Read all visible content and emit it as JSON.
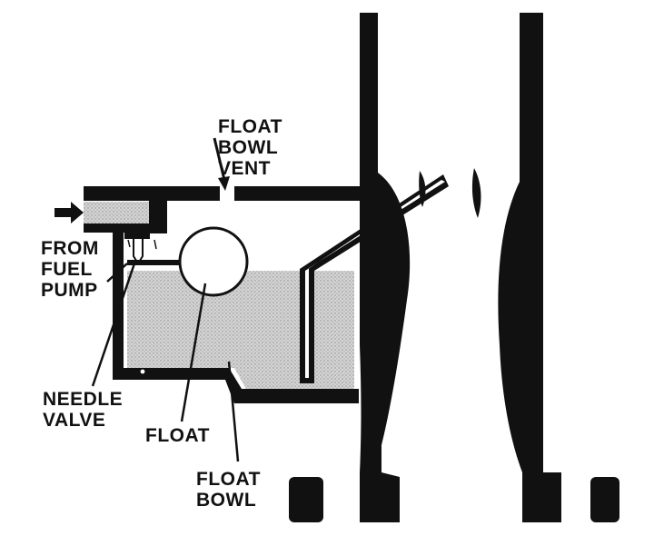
{
  "diagram": {
    "title": "Carburetor float bowl cross-section",
    "labels": {
      "float_bowl_vent": [
        "FLOAT",
        "BOWL",
        "VENT"
      ],
      "from_fuel_pump": [
        "FROM",
        "FUEL",
        "PUMP"
      ],
      "needle_valve": [
        "NEEDLE",
        "VALVE"
      ],
      "float": [
        "FLOAT"
      ],
      "float_bowl": [
        "FLOAT",
        "BOWL"
      ]
    },
    "colors": {
      "ink": "#111111",
      "fuel": "#c9c9c9",
      "paper": "#ffffff"
    }
  }
}
